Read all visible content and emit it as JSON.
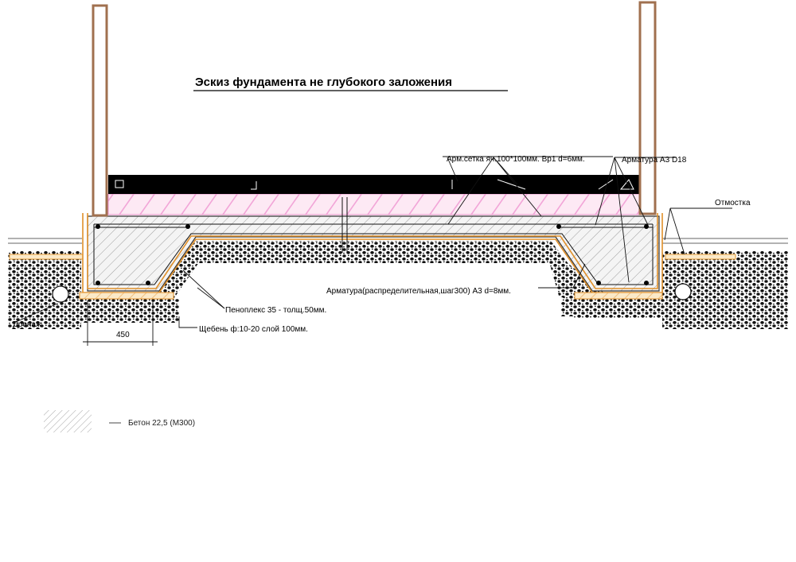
{
  "title": "Эскиз фундамента  не  глубокого заложения",
  "labels": {
    "mesh": "Арм.сетка яч.100*100мм. Вр1 d=6мм.",
    "rebar_main": "Арматура А3 D18",
    "blind_area": "Отмостка",
    "rebar_distrib": "Арматура(распределительная,шаг300) А3 d=8мм.",
    "penoplex": "Пеноплекс 35 - толщ.50мм.",
    "gravel": "Щебень ф:10-20 слой 100мм.",
    "drainage": "Дренаж",
    "dimension": "450"
  },
  "legend": {
    "concrete": "Бетон  22,5   (М300)"
  },
  "colors": {
    "wall": "#a0704f",
    "slab_black": "#000000",
    "insulation_pink": "#f2a6d8",
    "insulation_bg": "#fbe4f2",
    "penoplex_orange": "#e69a35",
    "penoplex_fill": "#fbe9c8",
    "concrete_hatch": "#555555"
  }
}
